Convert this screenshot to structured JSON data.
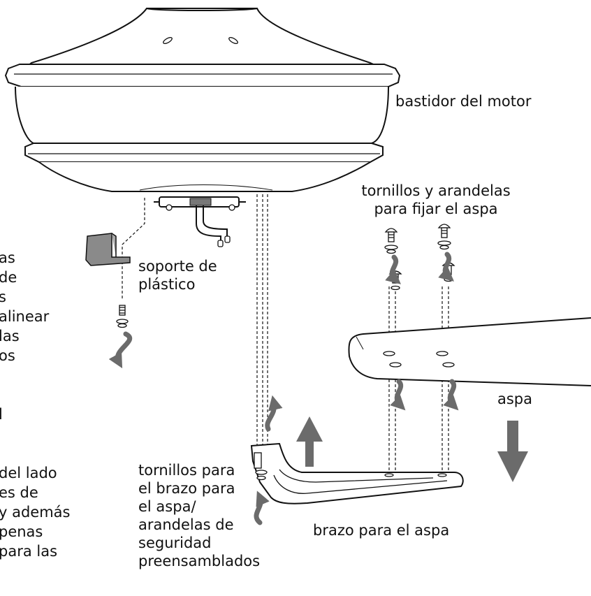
{
  "labels": {
    "motor_housing": "bastidor del motor",
    "blade_screws": [
      "tornillos y arandelas",
      "para fijar el aspa"
    ],
    "plastic_bracket": [
      "soporte de",
      "plástico"
    ],
    "blade": "aspa",
    "blade_arm": "brazo para el aspa",
    "arm_screws": [
      "tornillos para",
      "el brazo para",
      "el aspa/",
      "arandelas de",
      "seguridad",
      "preensamblados"
    ],
    "left_cutoff_text": [
      "as",
      "de",
      "s",
      "alinear",
      "las",
      "os",
      "l",
      "del lado",
      "es de",
      "y además",
      "penas",
      "para las"
    ]
  }
}
